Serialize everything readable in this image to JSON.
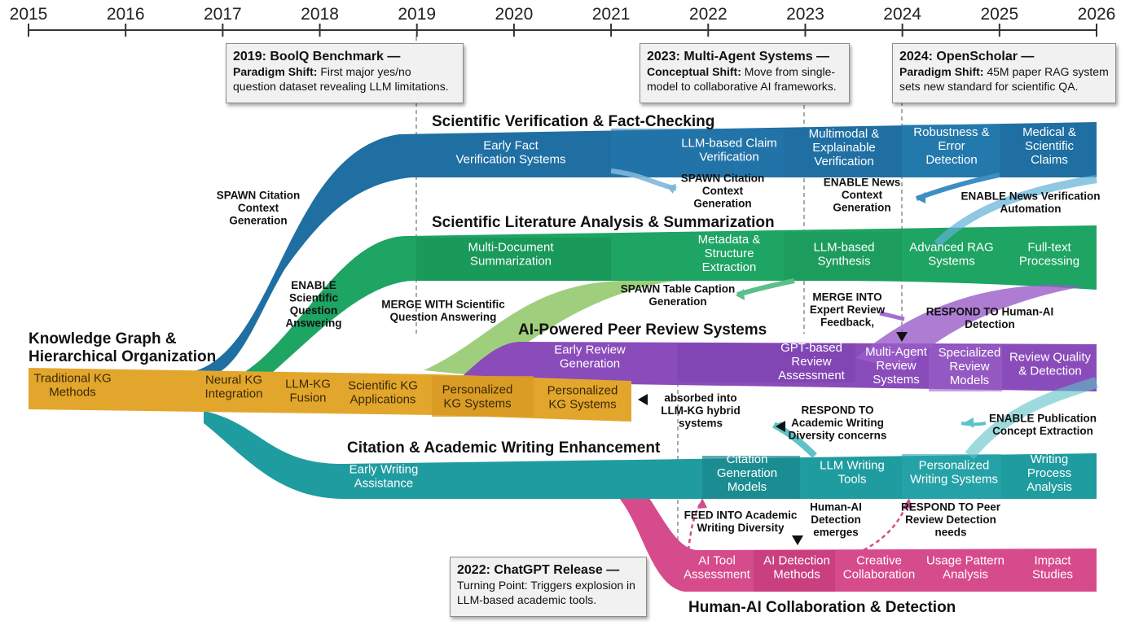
{
  "timeline": {
    "years": [
      "2015",
      "2016",
      "2017",
      "2018",
      "2019",
      "2020",
      "2021",
      "2022",
      "2023",
      "2024",
      "2025",
      "2026"
    ]
  },
  "callouts": {
    "boolq": {
      "title": "2019: BoolQ Benchmark —",
      "label": "Paradigm Shift:",
      "text": "First major yes/no question dataset revealing LLM limitations."
    },
    "multiagent": {
      "title": "2023: Multi-Agent Systems —",
      "label": "Conceptual Shift:",
      "text": "Move from single-model to collaborative AI frameworks."
    },
    "openscholar": {
      "title": "2024: OpenScholar —",
      "label": "Paradigm Shift:",
      "text": "45M paper RAG system sets new standard for scientific QA."
    },
    "chatgpt": {
      "title": "2022: ChatGPT Release —",
      "text": "Turning Point: Triggers explosion in LLM-based academic tools."
    }
  },
  "streams": {
    "verification": {
      "title": "Scientific Verification & Fact-Checking",
      "color": "#1f6fa3",
      "segments": [
        "Early Fact Verification Systems",
        "LLM-based Claim Verification",
        "Multimodal & Explainable Verification",
        "Robustness & Error Detection",
        "Medical & Scientific Claims"
      ]
    },
    "literature": {
      "title": "Scientific Literature Analysis & Summarization",
      "color": "#1ea463",
      "segments": [
        "Multi-Document Summarization",
        "Metadata & Structure Extraction",
        "LLM-based Synthesis",
        "Advanced RAG Systems",
        "Full-text Processing"
      ]
    },
    "peer_review": {
      "title": "AI-Powered Peer Review Systems",
      "color": "#8a4cba",
      "segments": [
        "Early Review Generation",
        "GPT-based Review Assessment",
        "Multi-Agent Review Systems",
        "Specialized Review Models",
        "Review Quality & Detection"
      ]
    },
    "knowledge_graph": {
      "title": "Knowledge Graph & Hierarchical Organization",
      "color": "#e3a62c",
      "segments": [
        "Traditional KG Methods",
        "Neural KG Integration",
        "LLM-KG Fusion",
        "Scientific KG Applications",
        "Personalized KG Systems",
        "Personalized KG Systems"
      ]
    },
    "citation": {
      "title": "Citation & Academic Writing Enhancement",
      "color": "#1f9ca0",
      "segments": [
        "Early Writing Assistance",
        "Citation Generation Models",
        "LLM Writing Tools",
        "Personalized Writing Systems",
        "Writing Process Analysis"
      ]
    },
    "human_ai": {
      "title": "Human-AI Collaboration & Detection",
      "color": "#d64b8b",
      "segments": [
        "AI Tool Assessment",
        "AI Detection Methods",
        "Creative Collaboration",
        "Usage Pattern Analysis",
        "Impact Studies"
      ]
    }
  },
  "annotations": {
    "spawn_citation_context": "SPAWN Citation Context Generation",
    "enable_sqa": "ENABLE Scientific Question Answering",
    "spawn_citation_context_2": "SPAWN Citation Context Generation",
    "enable_news_context": "ENABLE News Context Generation",
    "enable_news_verification": "ENABLE News Verification Automation",
    "merge_with_sqa": "MERGE WITH Scientific Question Answering",
    "spawn_table_caption": "SPAWN Table Caption Generation",
    "merge_into_expert": "MERGE INTO Expert Review Feedback,",
    "respond_human_ai": "RESPOND TO Human-AI Detection",
    "absorbed": "absorbed into LLM-KG hybrid systems",
    "respond_writing_diversity": "RESPOND TO Academic Writing Diversity concerns",
    "enable_publication": "ENABLE Publication Concept Extraction",
    "feed_into": "FEED INTO Academic Writing Diversity",
    "detection_emerges": "Human-AI Detection emerges",
    "respond_peer_review": "RESPOND TO Peer Review Detection needs"
  }
}
